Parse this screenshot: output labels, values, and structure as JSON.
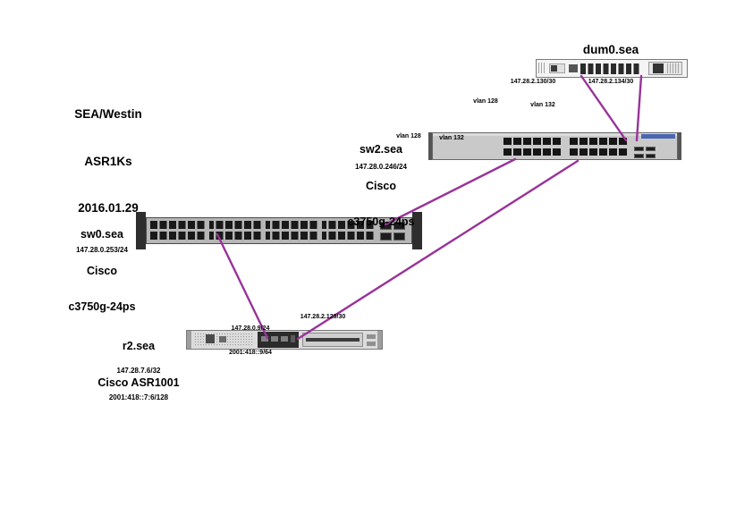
{
  "link_color": "#993399",
  "title": {
    "line1": "SEA/Westin",
    "line2": "ASR1Ks",
    "line3": "2016.01.29"
  },
  "dum0": {
    "name": "dum0.sea",
    "ip_left": "147.28.2.130/30",
    "ip_right": "147.28.2.134/30"
  },
  "trunk": {
    "vlan_a": "vlan 128",
    "vlan_b": "vlan 132"
  },
  "sw2": {
    "name": "sw2.sea",
    "vendor": "Cisco",
    "model": "c3750g-24ps",
    "ip": "147.28.0.246/24",
    "vlan_a": "vlan 128",
    "vlan_b": "vlan 132"
  },
  "sw0": {
    "name": "sw0.sea",
    "vendor": "Cisco",
    "model": "c3750g-24ps",
    "ip": "147.28.0.253/24"
  },
  "r2": {
    "name": "r2.sea",
    "model": "Cisco ASR1001",
    "loopback_v4": "147.28.7.6/32",
    "loopback_v6": "2001:418::7:6/128",
    "port_v4": "147.28.0.9/24",
    "port_v6": "2001:418::9/64",
    "link_v4": "147.28.2.129/30"
  }
}
